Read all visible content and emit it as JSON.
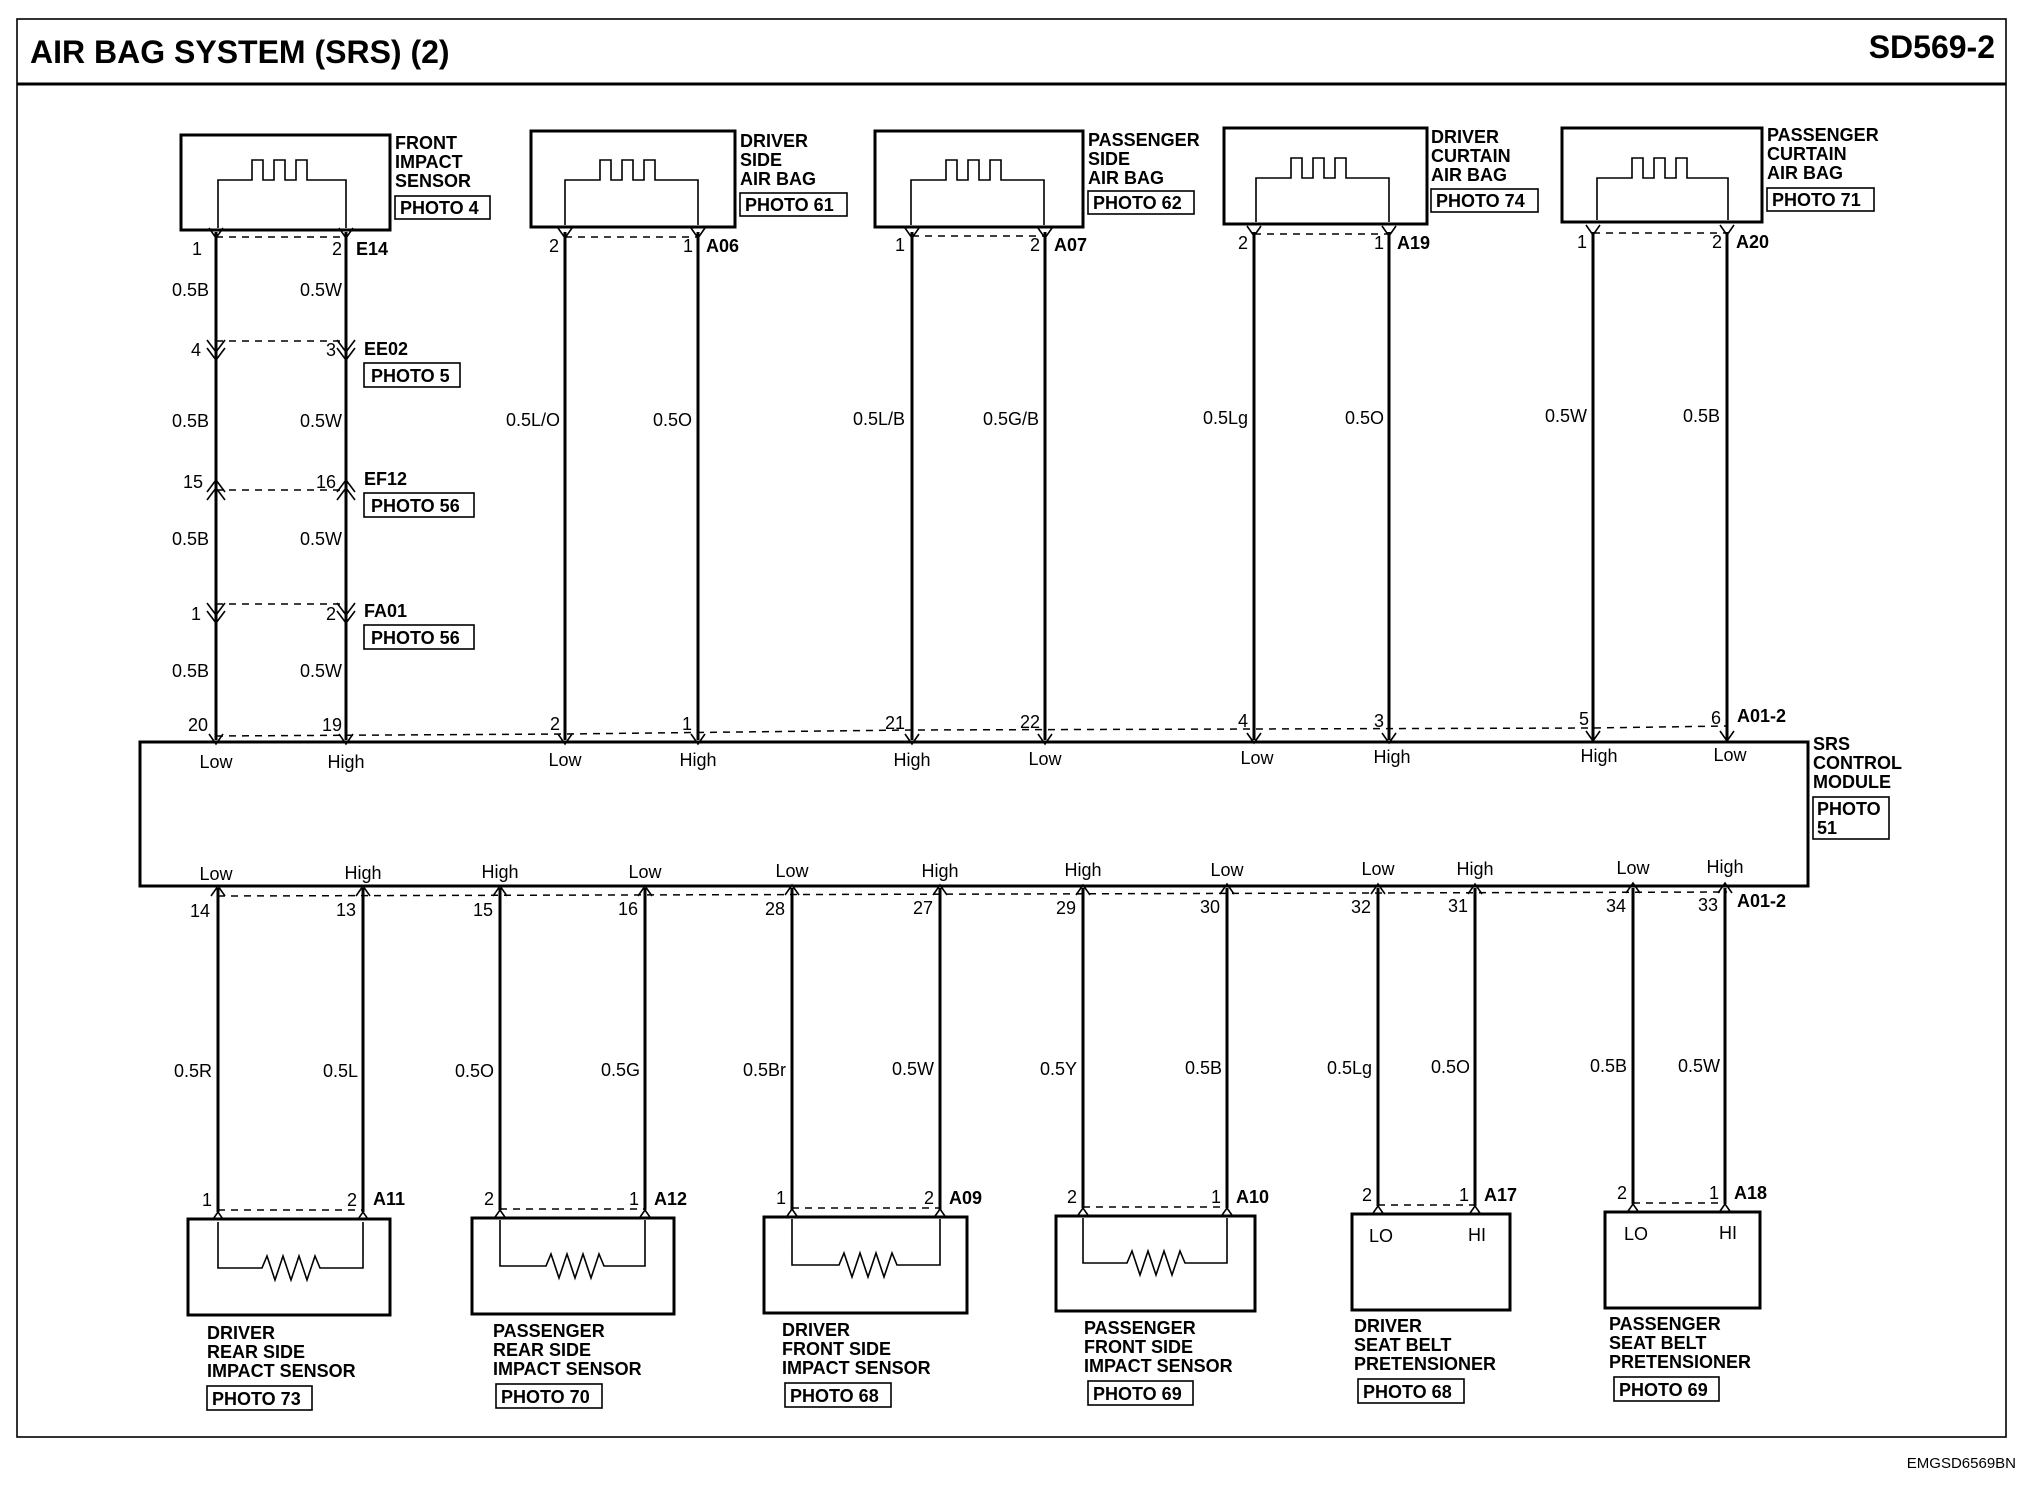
{
  "header": {
    "title": "AIR BAG SYSTEM (SRS) (2)",
    "code": "SD569-2"
  },
  "footer_code": "EMGSD6569BN",
  "top_components": [
    {
      "name": [
        "FRONT",
        "IMPACT",
        "SENSOR"
      ],
      "photo": "PHOTO 4",
      "connector": "E14",
      "pins": [
        "1",
        "2"
      ]
    },
    {
      "name": [
        "DRIVER",
        "SIDE",
        "AIR BAG"
      ],
      "photo": "PHOTO 61",
      "connector": "A06",
      "pins": [
        "2",
        "1"
      ]
    },
    {
      "name": [
        "PASSENGER",
        "SIDE",
        "AIR BAG"
      ],
      "photo": "PHOTO 62",
      "connector": "A07",
      "pins": [
        "1",
        "2"
      ]
    },
    {
      "name": [
        "DRIVER",
        "CURTAIN",
        "AIR BAG"
      ],
      "photo": "PHOTO 74",
      "connector": "A19",
      "pins": [
        "2",
        "1"
      ]
    },
    {
      "name": [
        "PASSENGER",
        "CURTAIN",
        "AIR BAG"
      ],
      "photo": "PHOTO 71",
      "connector": "A20",
      "pins": [
        "1",
        "2"
      ]
    }
  ],
  "front_sensor_chain": {
    "connectors": [
      {
        "id": "EE02",
        "photo": "PHOTO 5",
        "pins": [
          "4",
          "3"
        ]
      },
      {
        "id": "EF12",
        "photo": "PHOTO 56",
        "pins": [
          "15",
          "16"
        ]
      },
      {
        "id": "FA01",
        "photo": "PHOTO 56",
        "pins": [
          "1",
          "2"
        ]
      }
    ],
    "wire_left": "0.5B",
    "wire_right": "0.5W"
  },
  "top_wires": [
    "0.5L/O",
    "0.5O",
    "0.5L/B",
    "0.5G/B",
    "0.5Lg",
    "0.5O",
    "0.5W",
    "0.5B"
  ],
  "module": {
    "name": [
      "SRS",
      "CONTROL",
      "MODULE"
    ],
    "photo": [
      "PHOTO",
      "51"
    ],
    "connector_top": "A01-2",
    "connector_bottom": "A01-2",
    "top_pins": [
      "20",
      "19",
      "2",
      "1",
      "21",
      "22",
      "4",
      "3",
      "5",
      "6"
    ],
    "top_labels": [
      "Low",
      "High",
      "Low",
      "High",
      "High",
      "Low",
      "Low",
      "High",
      "High",
      "Low"
    ],
    "bottom_pins": [
      "14",
      "13",
      "15",
      "16",
      "28",
      "27",
      "29",
      "30",
      "32",
      "31",
      "34",
      "33"
    ],
    "bottom_labels": [
      "Low",
      "High",
      "High",
      "Low",
      "Low",
      "High",
      "High",
      "Low",
      "Low",
      "High",
      "Low",
      "High"
    ]
  },
  "bottom_wires": [
    "0.5R",
    "0.5L",
    "0.5O",
    "0.5G",
    "0.5Br",
    "0.5W",
    "0.5Y",
    "0.5B",
    "0.5Lg",
    "0.5O",
    "0.5B",
    "0.5W"
  ],
  "bottom_components": [
    {
      "name": [
        "DRIVER",
        "REAR SIDE",
        "IMPACT SENSOR"
      ],
      "photo": "PHOTO 73",
      "connector": "A11",
      "pins": [
        "1",
        "2"
      ]
    },
    {
      "name": [
        "PASSENGER",
        "REAR SIDE",
        "IMPACT SENSOR"
      ],
      "photo": "PHOTO 70",
      "connector": "A12",
      "pins": [
        "2",
        "1"
      ]
    },
    {
      "name": [
        "DRIVER",
        "FRONT SIDE",
        "IMPACT SENSOR"
      ],
      "photo": "PHOTO 68",
      "connector": "A09",
      "pins": [
        "1",
        "2"
      ]
    },
    {
      "name": [
        "PASSENGER",
        "FRONT SIDE",
        "IMPACT SENSOR"
      ],
      "photo": "PHOTO 69",
      "connector": "A10",
      "pins": [
        "2",
        "1"
      ]
    },
    {
      "name": [
        "DRIVER",
        "SEAT BELT",
        "PRETENSIONER"
      ],
      "photo": "PHOTO 68",
      "connector": "A17",
      "pins": [
        "2",
        "1"
      ],
      "terminals": [
        "LO",
        "HI"
      ]
    },
    {
      "name": [
        "PASSENGER",
        "SEAT BELT",
        "PRETENSIONER"
      ],
      "photo": "PHOTO 69",
      "connector": "A18",
      "pins": [
        "2",
        "1"
      ],
      "terminals": [
        "LO",
        "HI"
      ]
    }
  ]
}
